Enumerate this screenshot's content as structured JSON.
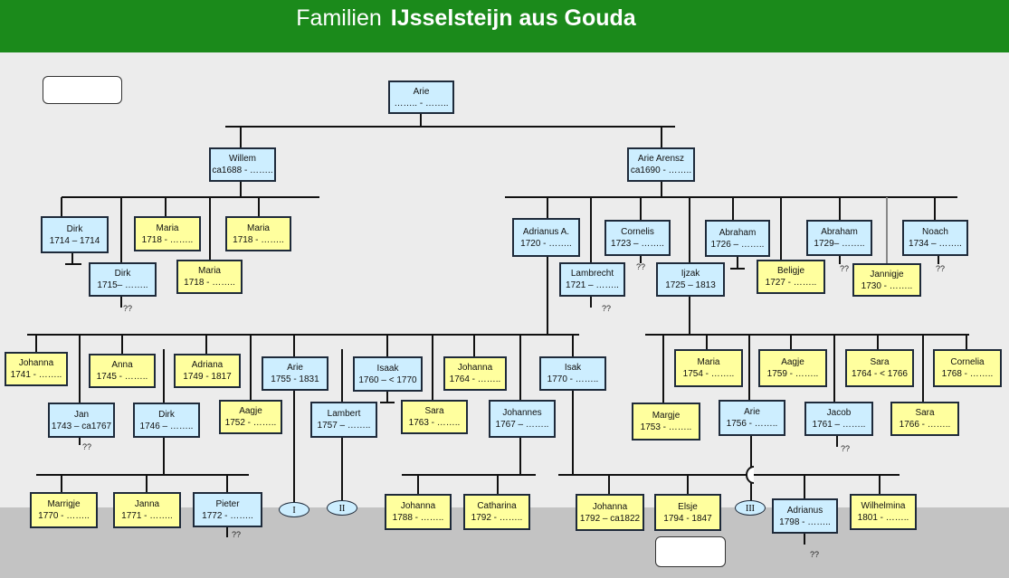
{
  "header": {
    "title_prefix": "Familien",
    "title_main": "IJsselsteijn aus Gouda"
  },
  "people": {
    "arie_root": {
      "name": "Arie",
      "dates": "……..  - ……..",
      "sex": "m"
    },
    "willem": {
      "name": "Willem",
      "dates": "ca1688 - ……..",
      "sex": "m"
    },
    "arie_arensz": {
      "name": "Arie Arensz",
      "dates": "ca1690 - ……..",
      "sex": "m"
    },
    "dirk_1714": {
      "name": "Dirk",
      "dates": "1714 – 1714",
      "sex": "m"
    },
    "maria_1718a": {
      "name": "Maria",
      "dates": "1718 - ……..",
      "sex": "f"
    },
    "maria_1718b": {
      "name": "Maria",
      "dates": "1718 - ……..",
      "sex": "f"
    },
    "dirk_1715": {
      "name": "Dirk",
      "dates": "1715– ……..",
      "sex": "m"
    },
    "maria_1718c": {
      "name": "Maria",
      "dates": "1718 - ……..",
      "sex": "f"
    },
    "adrianus_a": {
      "name": "Adrianus A.",
      "dates": "1720 - ……..",
      "sex": "m"
    },
    "cornelis_1723": {
      "name": "Cornelis",
      "dates": "1723 – ……..",
      "sex": "m"
    },
    "abraham_1726": {
      "name": "Abraham",
      "dates": "1726 – ……..",
      "sex": "m"
    },
    "abraham_1729": {
      "name": "Abraham",
      "dates": "1729– ……..",
      "sex": "m"
    },
    "noach": {
      "name": "Noach",
      "dates": "1734 – ……..",
      "sex": "m"
    },
    "lambrecht": {
      "name": "Lambrecht",
      "dates": "1721 – ……..",
      "sex": "m"
    },
    "ijzak": {
      "name": "Ijzak",
      "dates": "1725 – 1813",
      "sex": "m"
    },
    "beligje": {
      "name": "Beligje",
      "dates": "1727 - ……..",
      "sex": "f"
    },
    "jannigje": {
      "name": "Jannigje",
      "dates": "1730 - ……..",
      "sex": "f"
    },
    "johanna_1741": {
      "name": "Johanna",
      "dates": "1741 - ……..",
      "sex": "f"
    },
    "anna_1745": {
      "name": "Anna",
      "dates": "1745 - ……..",
      "sex": "f"
    },
    "adriana_1749": {
      "name": "Adriana",
      "dates": "1749 - 1817",
      "sex": "f"
    },
    "arie_1755": {
      "name": "Arie",
      "dates": "1755 - 1831",
      "sex": "m"
    },
    "isaak_1760": {
      "name": "Isaak",
      "dates": "1760 – < 1770",
      "sex": "m"
    },
    "johanna_1764": {
      "name": "Johanna",
      "dates": "1764 - ……..",
      "sex": "f"
    },
    "isak_1770": {
      "name": "Isak",
      "dates": "1770 - ……..",
      "sex": "m"
    },
    "jan_1743": {
      "name": "Jan",
      "dates": "1743 – ca1767",
      "sex": "m"
    },
    "dirk_1746": {
      "name": "Dirk",
      "dates": "1746 – ……..",
      "sex": "m"
    },
    "aagje_1752": {
      "name": "Aagje",
      "dates": "1752 - ……..",
      "sex": "f"
    },
    "lambert_1757": {
      "name": "Lambert",
      "dates": "1757 – ……..",
      "sex": "m"
    },
    "sara_1763": {
      "name": "Sara",
      "dates": "1763 - ……..",
      "sex": "f"
    },
    "johannes_1767": {
      "name": "Johannes",
      "dates": "1767 – ……..",
      "sex": "m"
    },
    "maria_1754": {
      "name": "Maria",
      "dates": "1754 - ……..",
      "sex": "f"
    },
    "aagje_1759": {
      "name": "Aagje",
      "dates": "1759 - ……..",
      "sex": "f"
    },
    "sara_1764": {
      "name": "Sara",
      "dates": "1764 - < 1766",
      "sex": "f"
    },
    "cornelia_1768": {
      "name": "Cornelia",
      "dates": "1768 - ……..",
      "sex": "f"
    },
    "margje_1753": {
      "name": "Margje",
      "dates": "1753 - ……..",
      "sex": "f"
    },
    "arie_1756": {
      "name": "Arie",
      "dates": "1756 - ……..",
      "sex": "m"
    },
    "jacob_1761": {
      "name": "Jacob",
      "dates": "1761 – ……..",
      "sex": "m"
    },
    "sara_1766": {
      "name": "Sara",
      "dates": "1766 - ……..",
      "sex": "f"
    },
    "marrigje_1770": {
      "name": "Marrigje",
      "dates": "1770 - ……..",
      "sex": "f"
    },
    "janna_1771": {
      "name": "Janna",
      "dates": "1771 - ……..",
      "sex": "f"
    },
    "pieter_1772": {
      "name": "Pieter",
      "dates": "1772 - ……..",
      "sex": "m"
    },
    "johanna_1788": {
      "name": "Johanna",
      "dates": "1788 - ……..",
      "sex": "f"
    },
    "catharina_1792": {
      "name": "Catharina",
      "dates": "1792 - ……..",
      "sex": "f"
    },
    "johanna_1792": {
      "name": "Johanna",
      "dates": "1792 – ca1822",
      "sex": "f"
    },
    "elsje_1794": {
      "name": "Elsje",
      "dates": "1794 - 1847",
      "sex": "f"
    },
    "adrianus_1798": {
      "name": "Adrianus",
      "dates": "1798 - ……..",
      "sex": "m"
    },
    "wilhelmina_1801": {
      "name": "Wilhelmina",
      "dates": "1801 - ……..",
      "sex": "f"
    }
  },
  "markers": {
    "i": "I",
    "ii": "II",
    "iii": "III"
  },
  "unknown_mark": "??",
  "colors": {
    "header": "#1b8a1b",
    "male": "#cdeeff",
    "female": "#ffff9e",
    "ground": "#c3c3c3"
  }
}
